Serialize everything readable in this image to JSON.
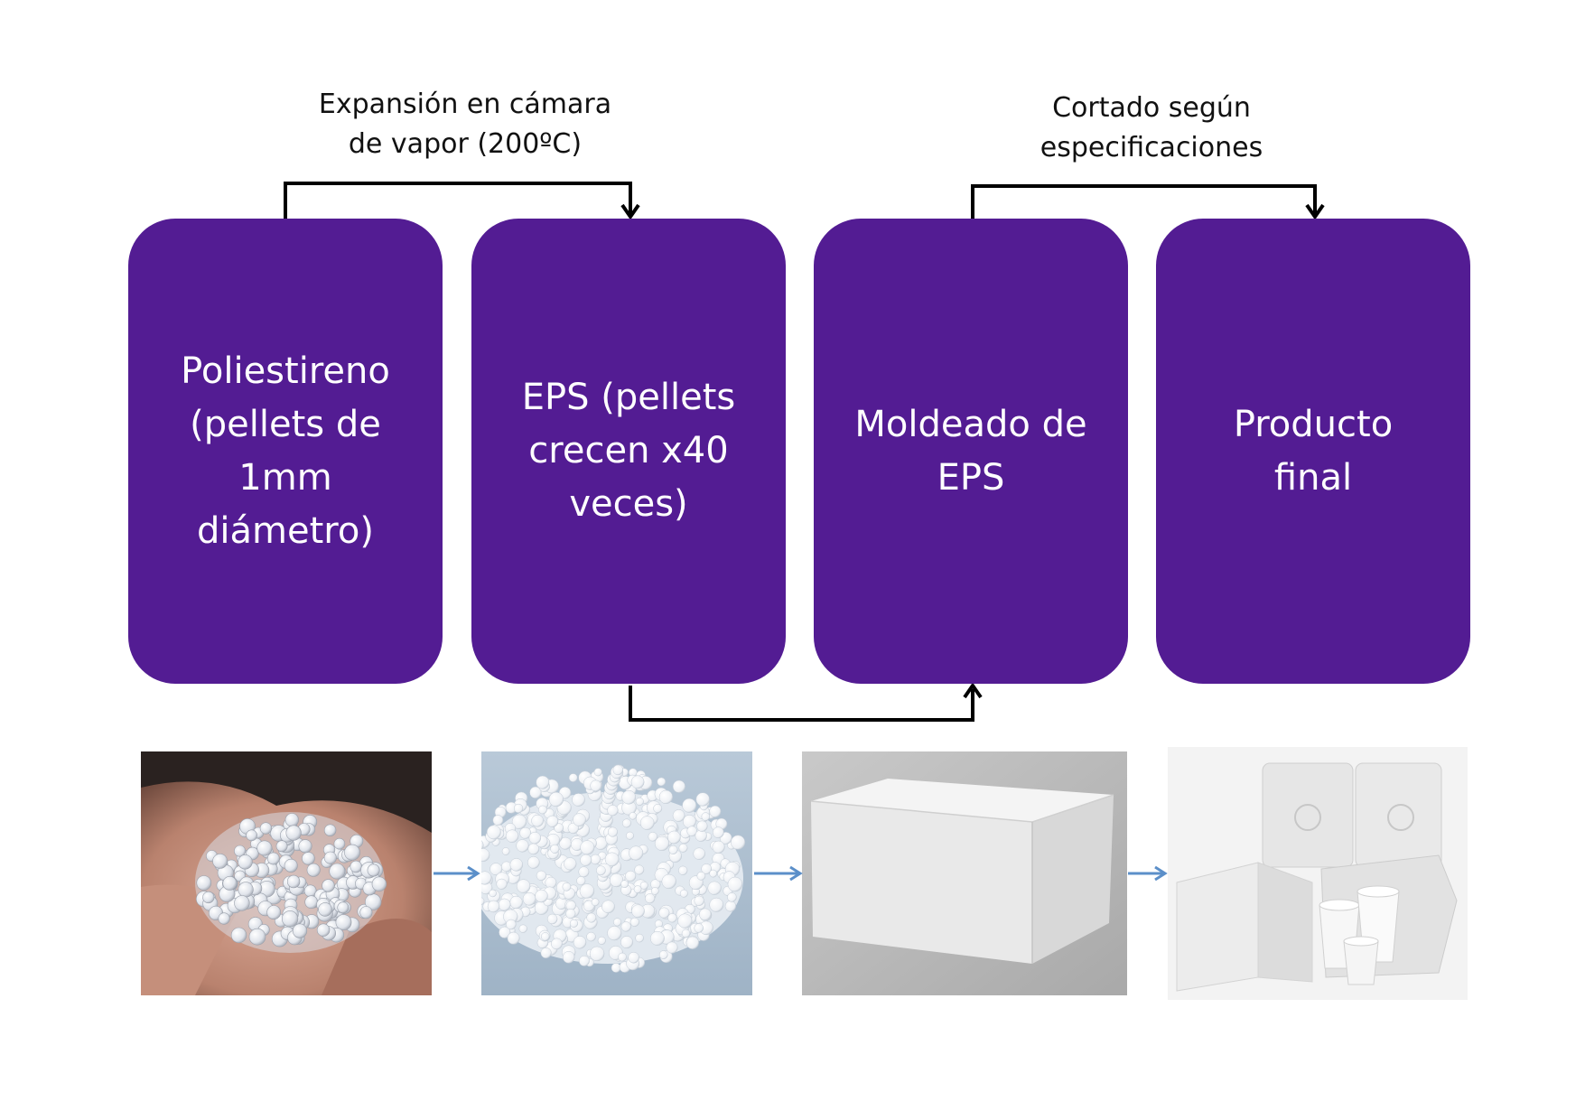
{
  "colors": {
    "box_fill": "#531c93",
    "box_text": "#ffffff",
    "connector": "#000000",
    "photo_arrow": "#5b8fc9"
  },
  "steps": [
    {
      "label": "Poliestireno (pellets de 1mm diámetro)"
    },
    {
      "label": "EPS (pellets crecen x40 veces)"
    },
    {
      "label": "Moldeado de EPS"
    },
    {
      "label": "Producto final"
    }
  ],
  "transitions": [
    {
      "from": 1,
      "to": 2,
      "label_lines": [
        "Expansión en cámara",
        "de vapor (200ºC)"
      ]
    },
    {
      "from": 2,
      "to": 3,
      "label_lines": []
    },
    {
      "from": 3,
      "to": 4,
      "label_lines": [
        "Cortado según",
        "especificaciones"
      ]
    }
  ],
  "photos": [
    {
      "name": "photo-polystyrene-pellets-in-hand",
      "depicts": "translucent polystyrene pellets held in a hand"
    },
    {
      "name": "photo-expanded-eps-beads",
      "depicts": "white expanded EPS beads on a blue-grey surface"
    },
    {
      "name": "photo-eps-molded-block",
      "depicts": "white molded EPS block"
    },
    {
      "name": "photo-eps-final-products",
      "depicts": "EPS packaging pieces, corner protectors and cups"
    }
  ]
}
